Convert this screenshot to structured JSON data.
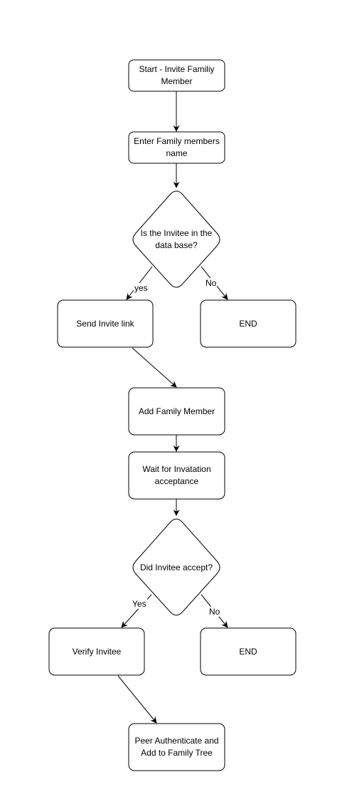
{
  "nodes": {
    "start": "Start - Invite Familiy Member",
    "enter_name": "Enter Family members name",
    "decision_in_db": "Is the Invitee in the data base?",
    "send_invite": "Send Invite link",
    "end_1": "END",
    "add_member": "Add Family Member",
    "wait_acceptance": "Wait for Invatation acceptance",
    "decision_accept": "Did Invitee accept?",
    "verify_invitee": "Verify Invitee",
    "end_2": "END",
    "peer_auth": "Peer Authenticate and Add to Family Tree"
  },
  "edges": {
    "db_yes": "yes",
    "db_no": "No",
    "accept_yes": "Yes",
    "accept_no": "No"
  }
}
